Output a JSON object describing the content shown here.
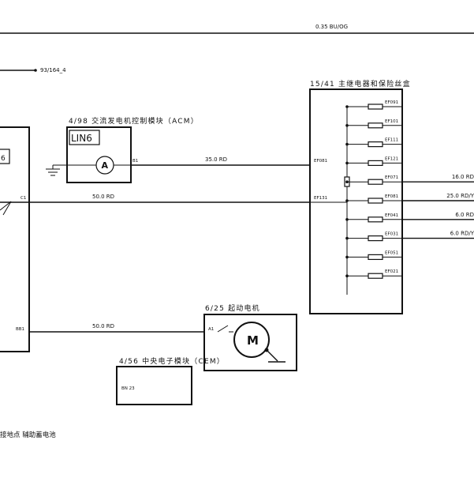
{
  "top_wire": {
    "label": "0.35 BU/OG"
  },
  "ref_link": {
    "label": "93/164_4"
  },
  "left_module": {
    "fragment_label": "6",
    "pins": {
      "c1": "C1",
      "bb1": "BB1"
    }
  },
  "acm": {
    "title": "4/98 交流发电机控制模块（ACM）",
    "lin_label": "LIN6",
    "symbol": "A",
    "pin": "B1",
    "wire_label": "35.0 RD"
  },
  "main_wire": {
    "label": "50.0 RD"
  },
  "relay_box": {
    "title": "15/41 主继电器和保险丝盒",
    "input_pins": {
      "top": "EF081",
      "bottom": "EF131"
    },
    "fuses": [
      {
        "label": "EF091"
      },
      {
        "label": "EF101"
      },
      {
        "label": "EF111"
      },
      {
        "label": "EF121"
      },
      {
        "label": "EF071"
      },
      {
        "label": "EF081"
      },
      {
        "label": "EF041"
      },
      {
        "label": "EF031"
      },
      {
        "label": "EF051"
      },
      {
        "label": "EF021"
      }
    ],
    "outputs": [
      {
        "label": "16.0 RD"
      },
      {
        "label": "25.0 RD/Y"
      },
      {
        "label": "6.0 RD"
      },
      {
        "label": "6.0 RD/Y"
      }
    ]
  },
  "starter": {
    "title": "6/25 起动电机",
    "pin": "A1",
    "symbol": "M",
    "wire_label": "50.0 RD"
  },
  "cem": {
    "title": "4/56 中央电子模块（CEM）",
    "pin": "BN 23"
  },
  "footer": {
    "text": "接地点 辅助蓄电池"
  }
}
